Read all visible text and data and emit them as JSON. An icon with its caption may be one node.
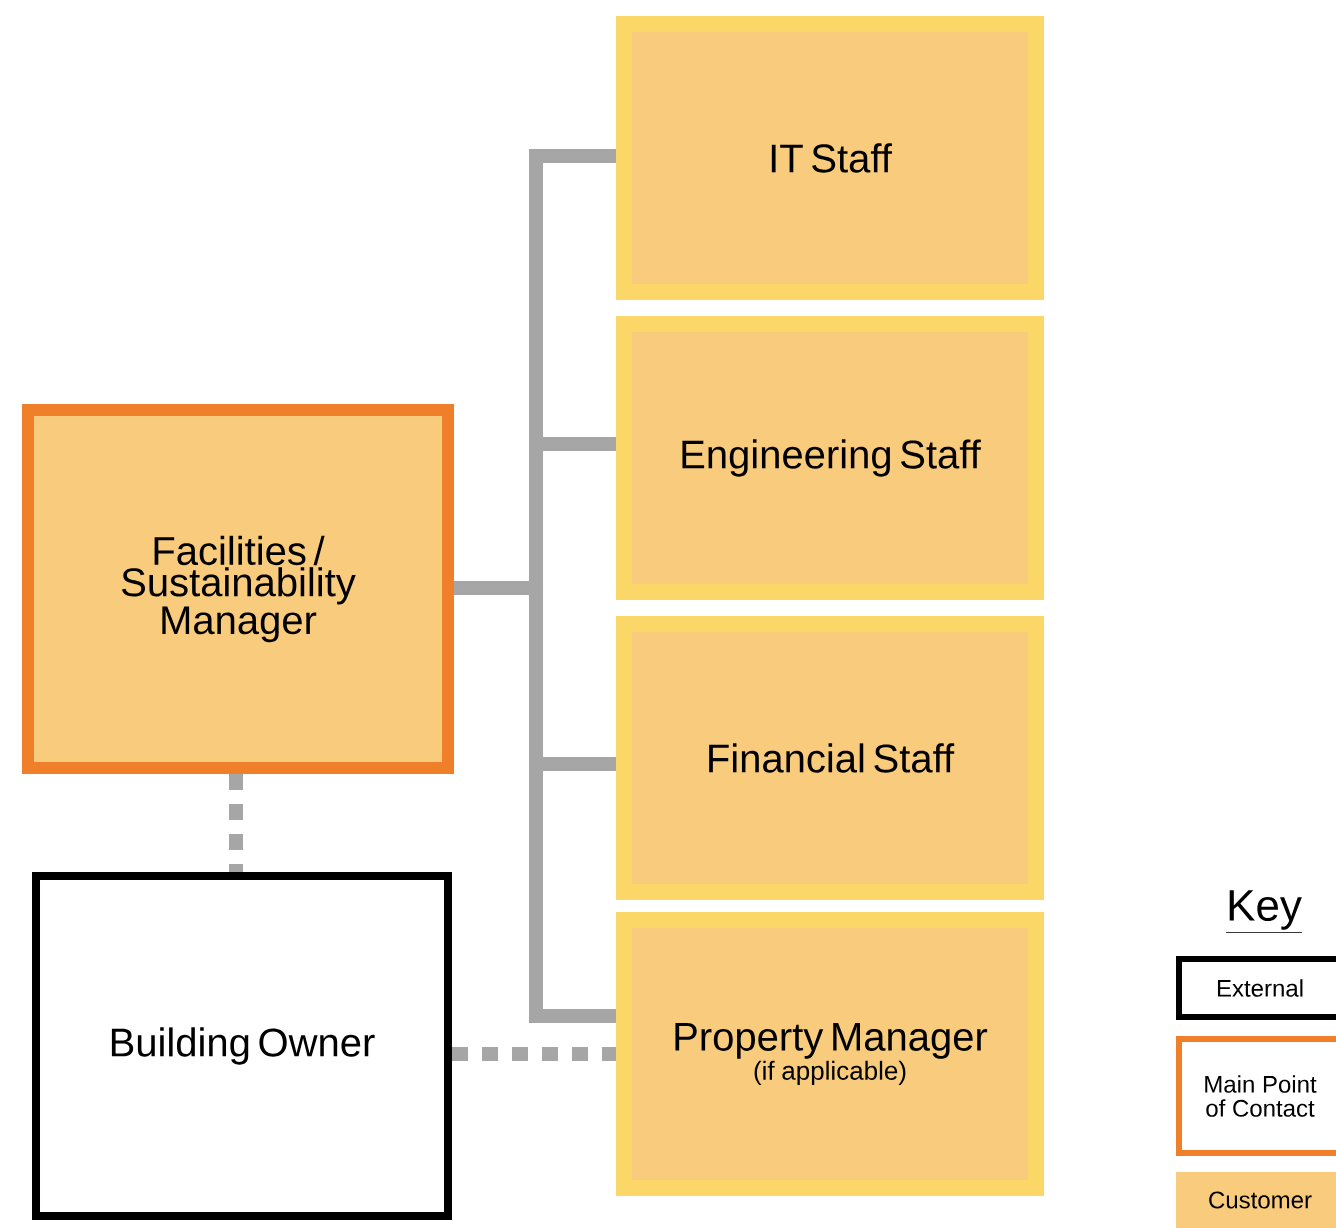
{
  "diagram": {
    "nodes": [
      {
        "text": [
          "Facilities / Sustainability Manager"
        ]
      },
      {
        "text": [
          "IT Staff"
        ]
      },
      {
        "text": [
          "Engineering Staff"
        ]
      },
      {
        "text": [
          "Financial Staff"
        ]
      },
      {
        "text": [
          "Property Manager",
          "(if applicable)"
        ]
      },
      {
        "text": [
          "Building Owner"
        ]
      }
    ],
    "edges": [
      {
        "from": 0,
        "to": 1,
        "arrow": "none"
      },
      {
        "from": 0,
        "to": 2,
        "arrow": "none"
      },
      {
        "from": 0,
        "to": 3,
        "arrow": "none"
      },
      {
        "from": 0,
        "to": 4,
        "arrow": "none"
      },
      {
        "from": 0,
        "to": 5,
        "arrow": "none",
        "style": "dashed"
      },
      {
        "from": 5,
        "to": 4,
        "arrow": "none",
        "style": "dashed"
      }
    ],
    "labels": [
      "Key"
    ],
    "legend": [
      {
        "text": "External"
      },
      {
        "text": "Main Point of Contact"
      },
      {
        "text": "Customer",
        "color": "#f9cb7c"
      }
    ]
  }
}
